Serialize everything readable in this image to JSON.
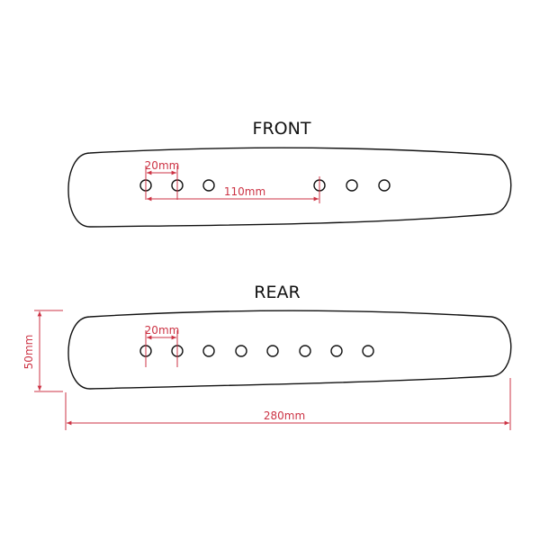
{
  "colors": {
    "outline": "#111111",
    "dimension": "#cc3344"
  },
  "front": {
    "title": "FRONT",
    "hole_count": 6,
    "dims": {
      "spacing_label": "20mm",
      "span_label": "110mm"
    }
  },
  "rear": {
    "title": "REAR",
    "hole_count": 8,
    "dims": {
      "spacing_label": "20mm",
      "height_label": "50mm",
      "length_label": "280mm"
    }
  }
}
